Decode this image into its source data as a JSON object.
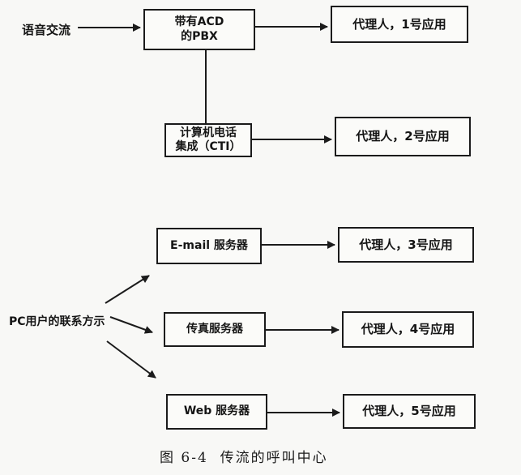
{
  "diagram": {
    "caption": "图 6-4  传流的呼叫中心",
    "labels": {
      "voice_input": "语音交流",
      "pc_contact": "PC用户的联系方示"
    },
    "nodes": {
      "pbx": {
        "line1": "带有ACD",
        "line2": "的PBX"
      },
      "cti": {
        "line1": "计算机电话",
        "line2": "集成（CTI）"
      },
      "email": {
        "label": "E-mail 服务器"
      },
      "fax": {
        "label": "传真服务器"
      },
      "web": {
        "label": "Web 服务器"
      },
      "agent1": {
        "label": "代理人，1号应用"
      },
      "agent2": {
        "label": "代理人，2号应用"
      },
      "agent3": {
        "label": "代理人，3号应用"
      },
      "agent4": {
        "label": "代理人，4号应用"
      },
      "agent5": {
        "label": "代理人，5号应用"
      }
    },
    "colors": {
      "line": "#1b1b1b",
      "background": "#f8f8f6",
      "box_border": "#1b1b1b"
    }
  }
}
